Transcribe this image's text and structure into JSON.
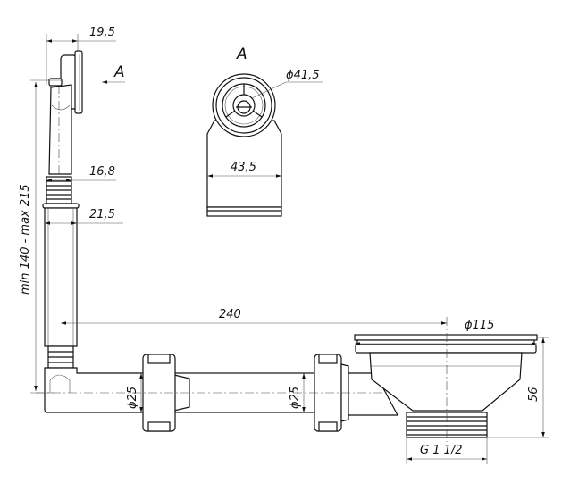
{
  "drawing": {
    "view_label": "A",
    "section_marker": "A",
    "dimensions": {
      "plug_width": "19,5",
      "tube_upper": "16,8",
      "tube_lower": "21,5",
      "height_range": "min 140 - max 215",
      "view_diameter": "ϕ41,5",
      "view_width": "43,5",
      "pipe_length": "240",
      "strainer_diameter": "ϕ115",
      "pipe_diameter_left": "ϕ25",
      "pipe_diameter_right": "ϕ25",
      "strainer_height": "56",
      "thread": "G 1 1/2"
    }
  }
}
